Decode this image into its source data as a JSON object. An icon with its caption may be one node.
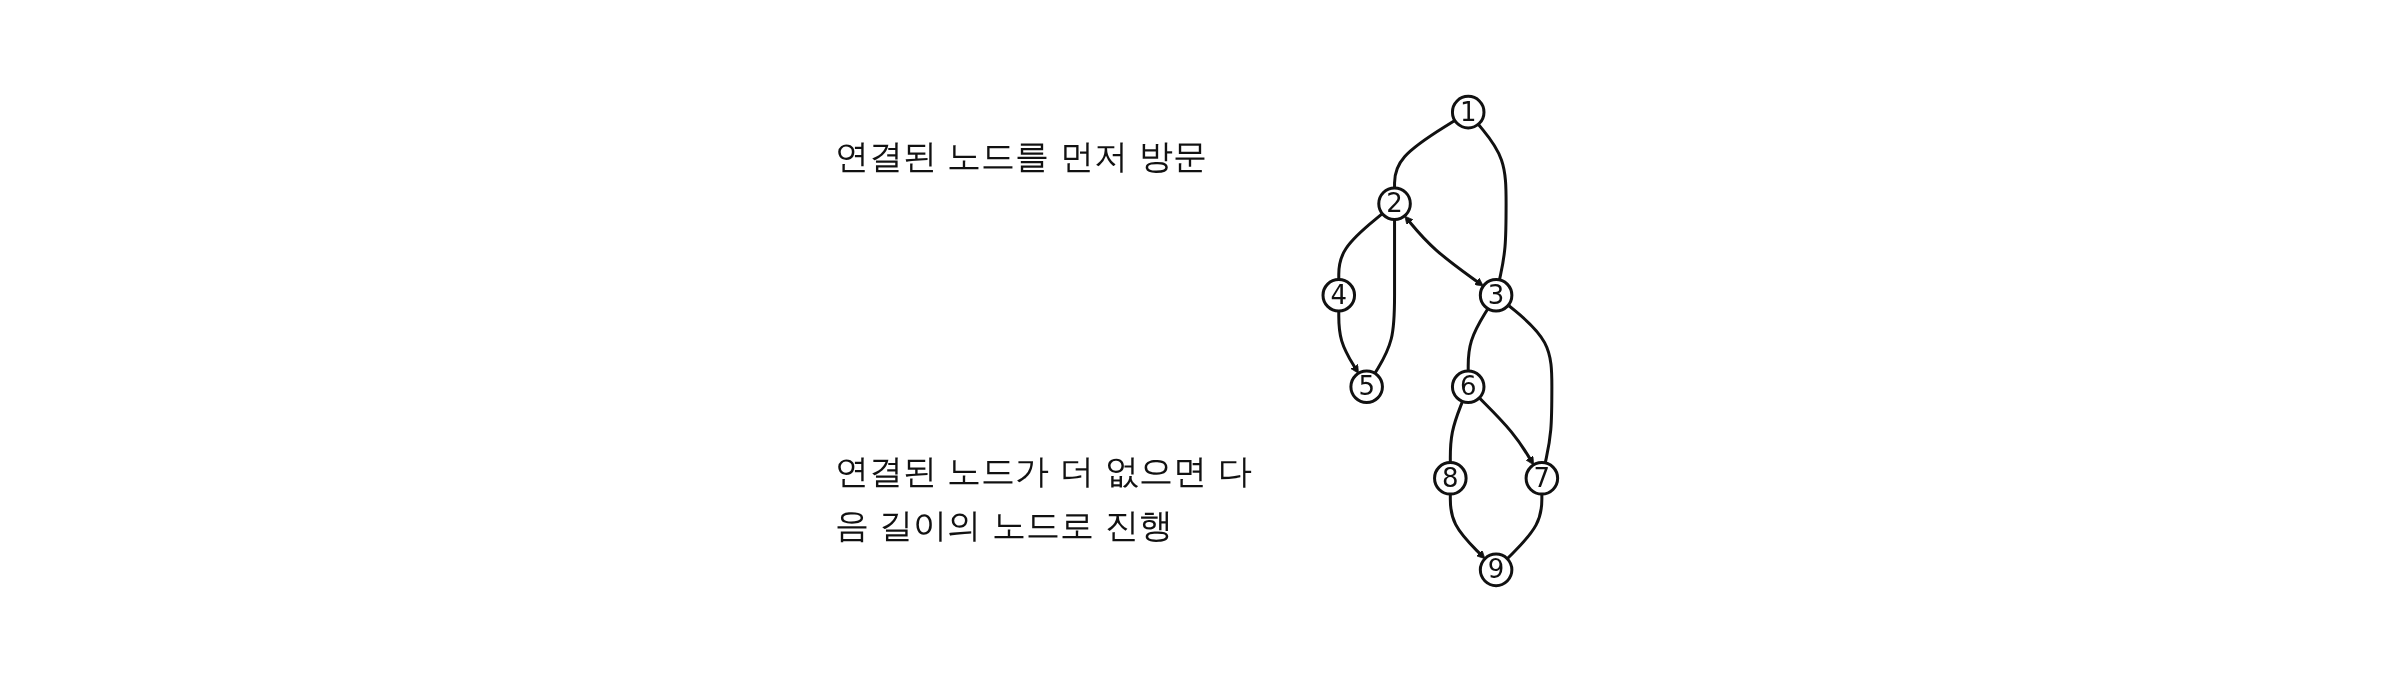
{
  "diagram": {
    "nodes": [
      {
        "text": [
          "1"
        ]
      },
      {
        "text": [
          "2"
        ]
      },
      {
        "text": [
          "3"
        ]
      },
      {
        "text": [
          "4"
        ]
      },
      {
        "text": [
          "5"
        ]
      },
      {
        "text": [
          "6"
        ]
      },
      {
        "text": [
          "7"
        ]
      },
      {
        "text": [
          "8"
        ]
      },
      {
        "text": [
          "9"
        ]
      }
    ],
    "edges": [
      {
        "from": 0,
        "to": 2,
        "arrow": "none"
      },
      {
        "from": 0,
        "to": 1,
        "arrow": "none"
      },
      {
        "from": 1,
        "to": 2,
        "arrow": "both"
      },
      {
        "from": 2,
        "to": 5,
        "arrow": "none"
      },
      {
        "from": 2,
        "to": 6,
        "arrow": "none"
      },
      {
        "from": 5,
        "to": 6,
        "arrow": "to"
      },
      {
        "from": 5,
        "to": 7,
        "arrow": "none"
      },
      {
        "from": 6,
        "to": 8,
        "arrow": "none"
      },
      {
        "from": 7,
        "to": 8,
        "arrow": "to"
      },
      {
        "from": 1,
        "to": 3,
        "arrow": "none"
      },
      {
        "from": 1,
        "to": 4,
        "arrow": "none"
      },
      {
        "from": 3,
        "to": 4,
        "arrow": "to"
      }
    ],
    "labels": [
      "연결된 노드를 먼저 방문",
      "연결된 노드가 더 없으면 다음 길이의 노드로 진행"
    ]
  }
}
